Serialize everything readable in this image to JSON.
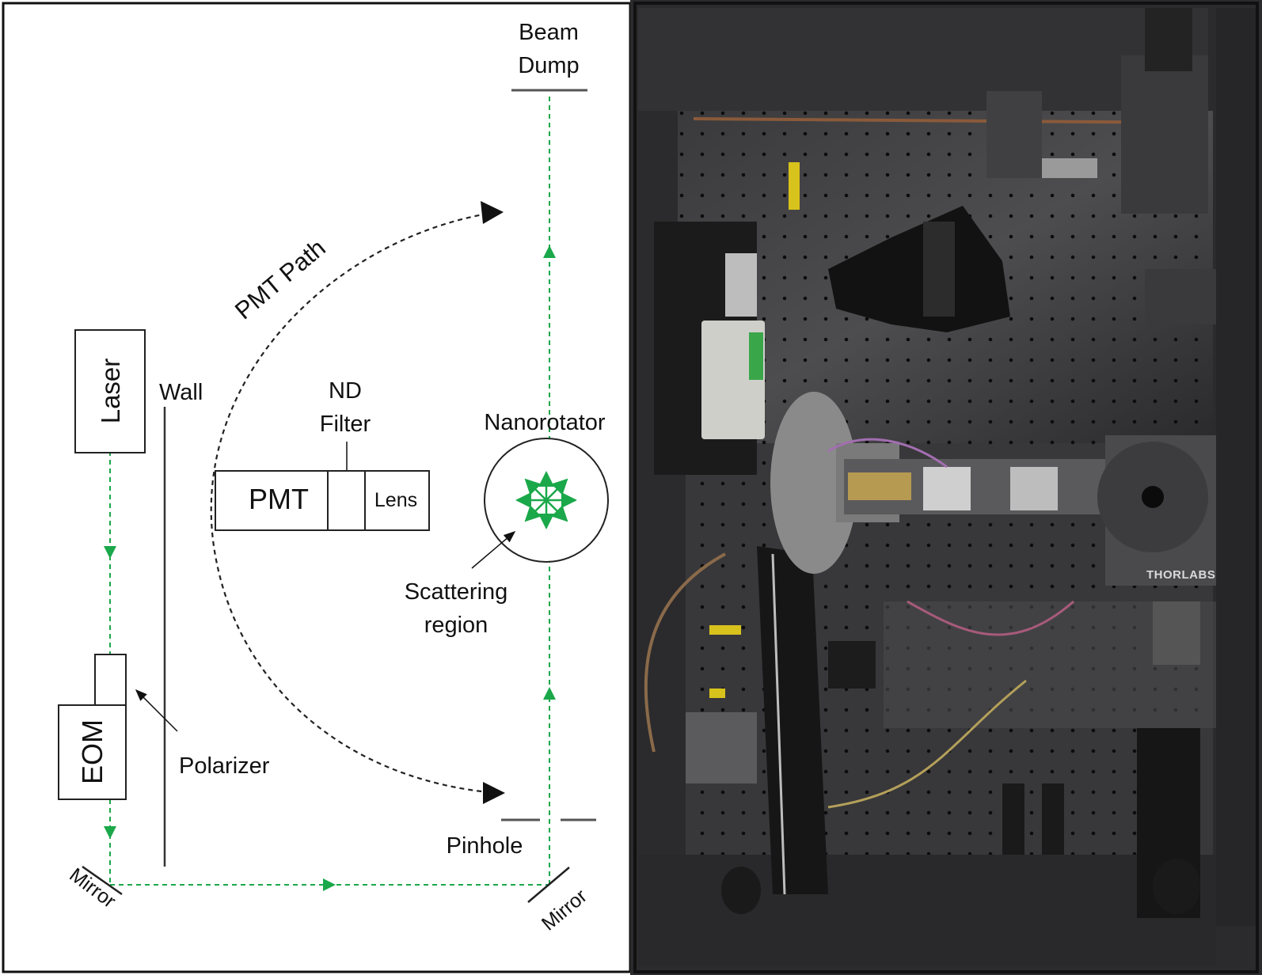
{
  "diagram": {
    "labels": {
      "beam_dump_line1": "Beam",
      "beam_dump_line2": "Dump",
      "pmt_path": "PMT Path",
      "laser": "Laser",
      "wall": "Wall",
      "nd_filter_line1": "ND",
      "nd_filter_line2": "Filter",
      "nanorotator": "Nanorotator",
      "pmt": "PMT",
      "lens": "Lens",
      "scattering_line1": "Scattering",
      "scattering_line2": "region",
      "eom": "EOM",
      "polarizer": "Polarizer",
      "pinhole": "Pinhole",
      "mirror_left": "Mirror",
      "mirror_right": "Mirror"
    },
    "colors": {
      "beam": "#1aa84a",
      "outline": "#222222",
      "pmt_path": "#222222"
    }
  },
  "photo": {
    "brand_label": "THORLABS",
    "colors": {
      "enclosure": "#2b2b2d",
      "breadboard": "#222224",
      "highlight": "#5a5a5c"
    }
  }
}
